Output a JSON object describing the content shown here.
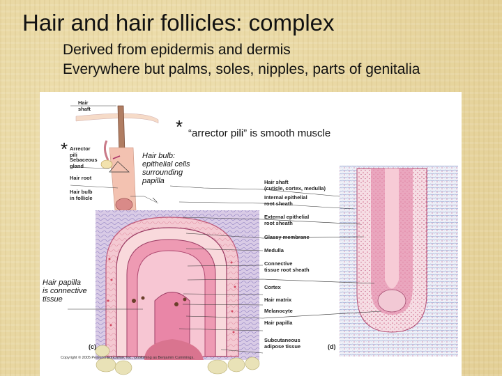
{
  "slide": {
    "title": "Hair and hair follicles: complex",
    "bullets": [
      "Derived from epidermis and dermis",
      "Everywhere but palms, soles, nipples, parts of genitalia"
    ]
  },
  "figure": {
    "callout_arrector": "“arrector pili” is smooth muscle",
    "star": "*",
    "hair_bulb_note": [
      "Hair bulb:",
      "epithelial cells",
      "surrounding",
      "papilla"
    ],
    "hair_papilla_note": [
      "Hair papilla",
      "is connective",
      "tissue"
    ],
    "inset_labels": {
      "hair_shaft": [
        "Hair",
        "shaft"
      ],
      "arrector_pili": [
        "Arrector",
        "pili"
      ],
      "sebaceous_gland": [
        "Sebaceous",
        "gland"
      ],
      "hair_root": "Hair root",
      "hair_bulb": [
        "Hair bulb",
        "in follicle"
      ]
    },
    "right_labels": [
      [
        "Hair shaft",
        "(cuticle, cortex, medulla)"
      ],
      [
        "Internal epithelial",
        "root sheath"
      ],
      [
        "External epithelial",
        "root sheath"
      ],
      [
        "Glassy membrane"
      ],
      [
        "Medulla"
      ],
      [
        "Connective",
        "tissue root sheath"
      ],
      [
        "Cortex"
      ],
      [
        "Hair matrix"
      ],
      [
        "Melanocyte"
      ],
      [
        "Hair papilla"
      ],
      [
        "Subcutaneous",
        "adipose tissue"
      ]
    ],
    "panel_c": "(c)",
    "panel_d": "(d)",
    "copyright": "Copyright © 2005 Pearson Education, Inc., publishing as Benjamin Cummings."
  }
}
